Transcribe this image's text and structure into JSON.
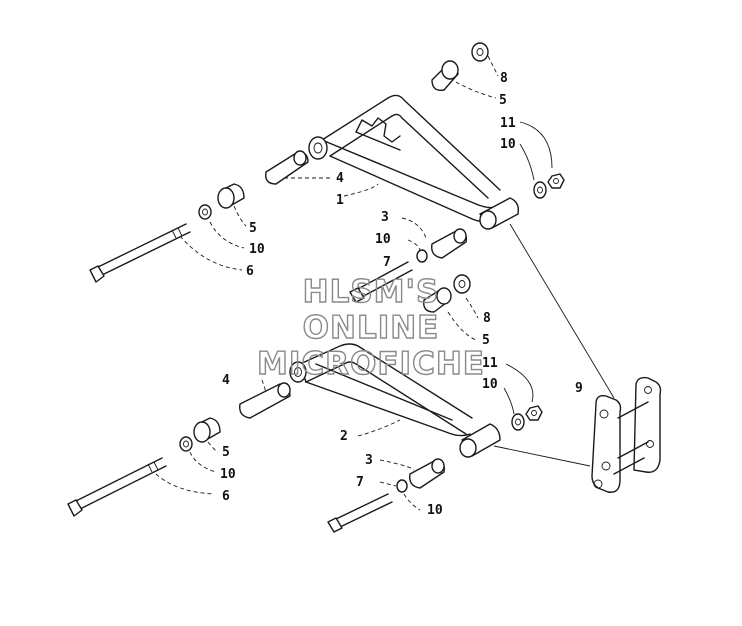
{
  "watermark": {
    "line1": "HLSM'S",
    "line2": "ONLINE",
    "line3": "MICROFICHE"
  },
  "callouts": {
    "upper_arm": {
      "n8": "8",
      "n5a": "5",
      "n11": "11",
      "n10a": "10",
      "n4": "4",
      "n1": "1",
      "n5b": "5",
      "n10b": "10",
      "n6": "6",
      "n3": "3",
      "n10c": "10",
      "n7": "7"
    },
    "lower_arm": {
      "n8": "8",
      "n5a": "5",
      "n11": "11",
      "n10a": "10",
      "n4": "4",
      "n9": "9",
      "n5b": "5",
      "n2": "2",
      "n10b": "10",
      "n6": "6",
      "n3": "3",
      "n7": "7",
      "n10c": "10"
    }
  },
  "colors": {
    "line": "#1a1a1a",
    "watermark": "#8a8a8a",
    "background": "#ffffff"
  }
}
